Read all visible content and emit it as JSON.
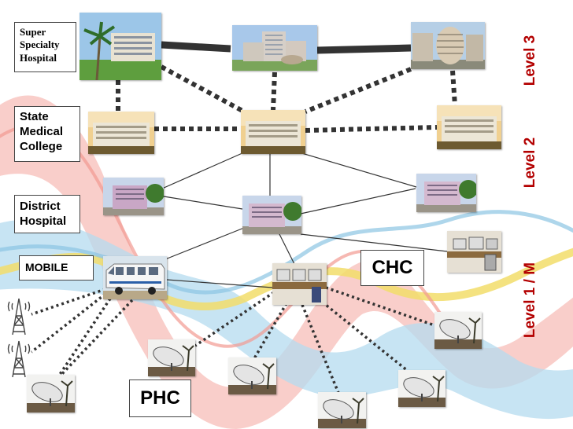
{
  "labels": {
    "super_specialty": [
      "Super",
      "Specialty",
      "Hospital"
    ],
    "state_medical": [
      "State",
      "Medical",
      "College"
    ],
    "district": [
      "District",
      "Hospital"
    ],
    "mobile": "MOBILE",
    "chc": "CHC",
    "phc": "PHC"
  },
  "levels": {
    "level3": "Level 3",
    "level2": "Level 2",
    "level1": "Level 1 / M"
  },
  "colors": {
    "level_text": "#b30000",
    "thick_link": "#333333",
    "dotted_link": "#333333",
    "thin_link": "#333333",
    "wave_red": "#f4a6a0",
    "wave_blue": "#a8d3ea",
    "wave_yellow": "#f3e27a"
  },
  "icons": {
    "hospital": "hospital-building-photo",
    "lab": "computer-lab-photo",
    "dish": "satellite-dish-photo",
    "van": "mobile-van-photo",
    "tower": "telecom-tower-icon"
  }
}
